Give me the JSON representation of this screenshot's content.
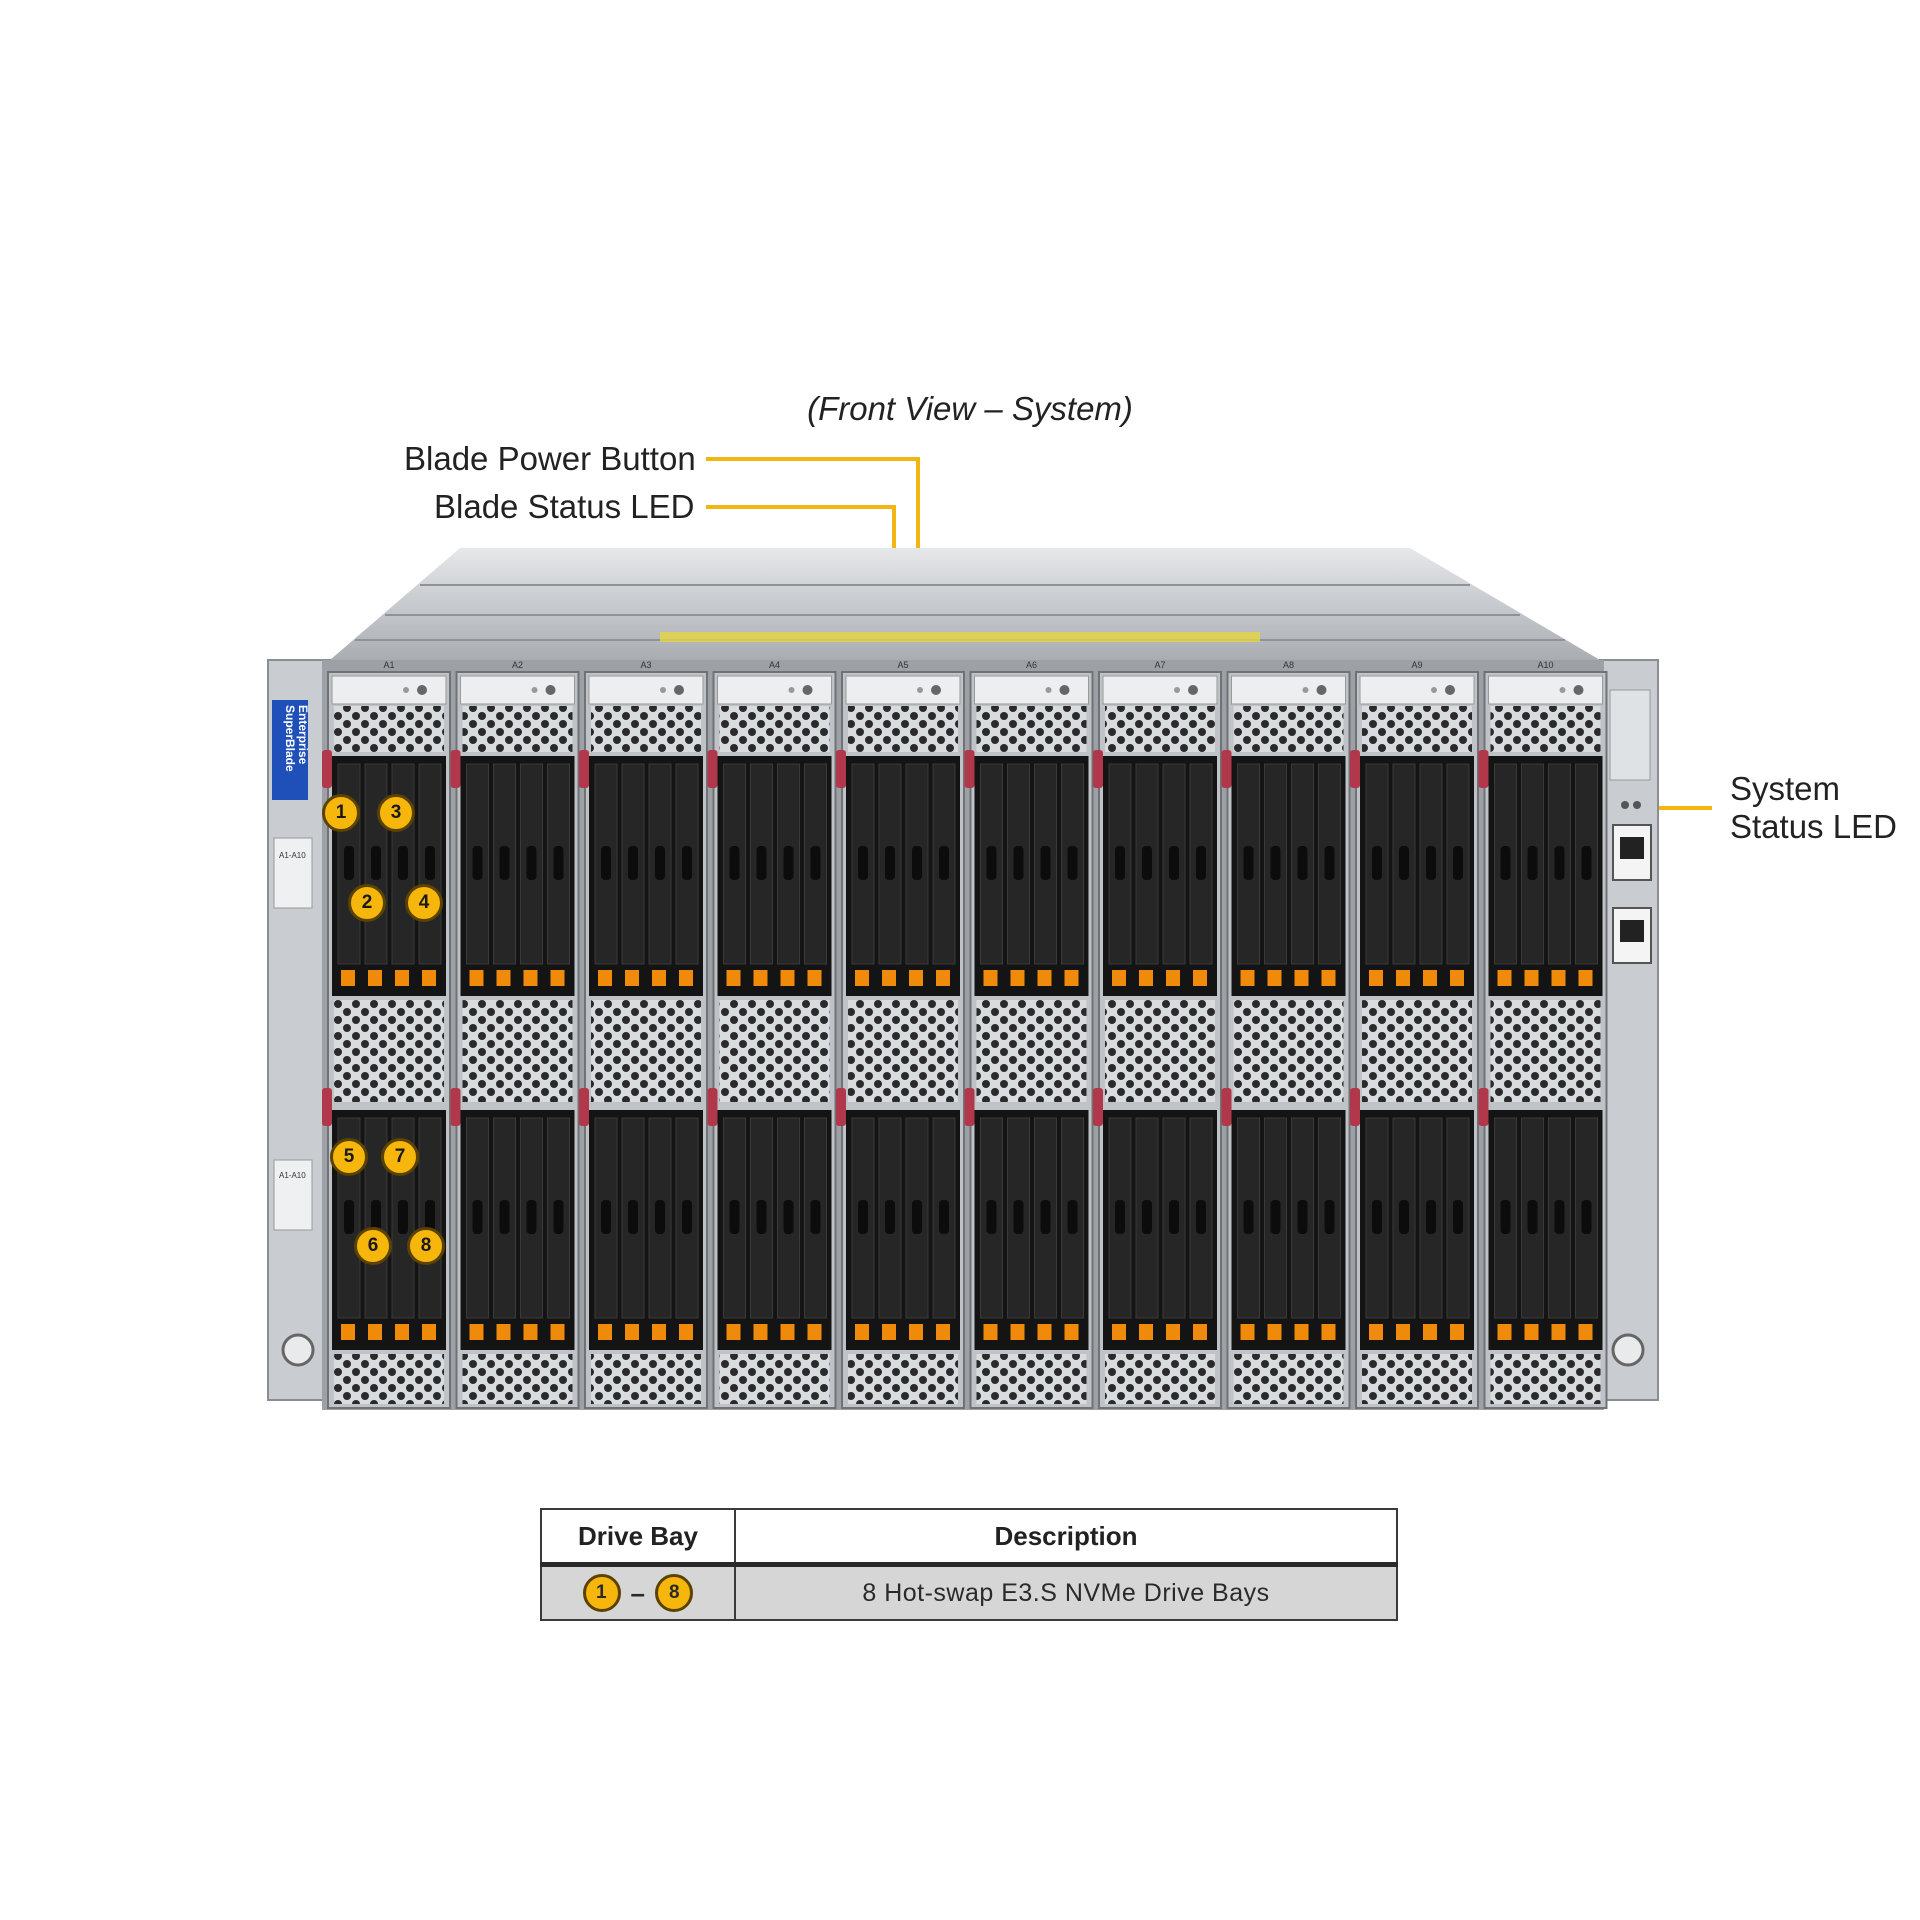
{
  "caption": "(Front View – System)",
  "callouts": {
    "blade_power_button": "Blade Power Button",
    "blade_status_led": "Blade Status LED",
    "system_status_led_line1": "System",
    "system_status_led_line2": "Status LED"
  },
  "chassis": {
    "side_label_line1": "SuperBlade",
    "side_label_line2": "Enterprise",
    "bay_tags": [
      "A1-A10",
      "A1-A10"
    ],
    "slot_labels": [
      "A1",
      "A2",
      "A3",
      "A4",
      "A5",
      "A6",
      "A7",
      "A8",
      "A9",
      "A10"
    ]
  },
  "drive_badges": [
    "1",
    "3",
    "2",
    "4",
    "5",
    "7",
    "6",
    "8"
  ],
  "legend": {
    "col_drive_bay": "Drive Bay",
    "col_description": "Description",
    "row_from": "1",
    "row_dash": "–",
    "row_to": "8",
    "row_description": "8 Hot-swap E3.S NVMe Drive Bays"
  },
  "colors": {
    "callout_line": "#f2b511",
    "badge_fill": "#f6b60c",
    "chassis_silver": "#c9ccd0",
    "drive_black": "#141414",
    "drive_latch_orange": "#f08a0a",
    "handle_red": "#b0384a",
    "side_label_blue": "#1f4fb8"
  }
}
